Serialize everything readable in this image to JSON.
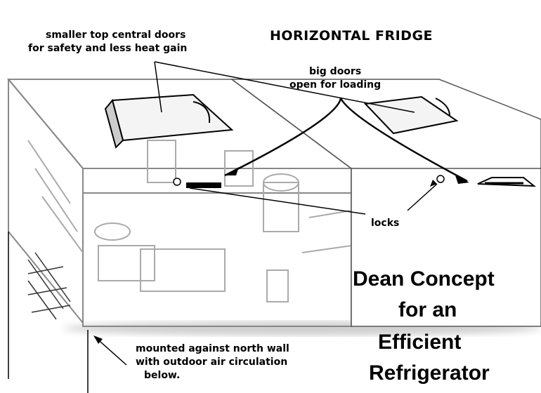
{
  "title": "HORIZONTAL FRIDGE",
  "annotations": {
    "top_doors": [
      "smaller top central doors",
      "for safety and less heat gain"
    ],
    "big_doors": [
      "big doors",
      "open for loading"
    ],
    "locks": "locks",
    "mounting": [
      "mounted against north wall",
      "with outdoor air circulation",
      "below."
    ]
  },
  "concept": [
    "Dean Concept",
    "for an",
    "Efficient",
    "Refrigerator"
  ],
  "colors": {
    "ink": "#000000",
    "sketch": "#9a9a9a",
    "shadow": "#c8c8c8"
  }
}
